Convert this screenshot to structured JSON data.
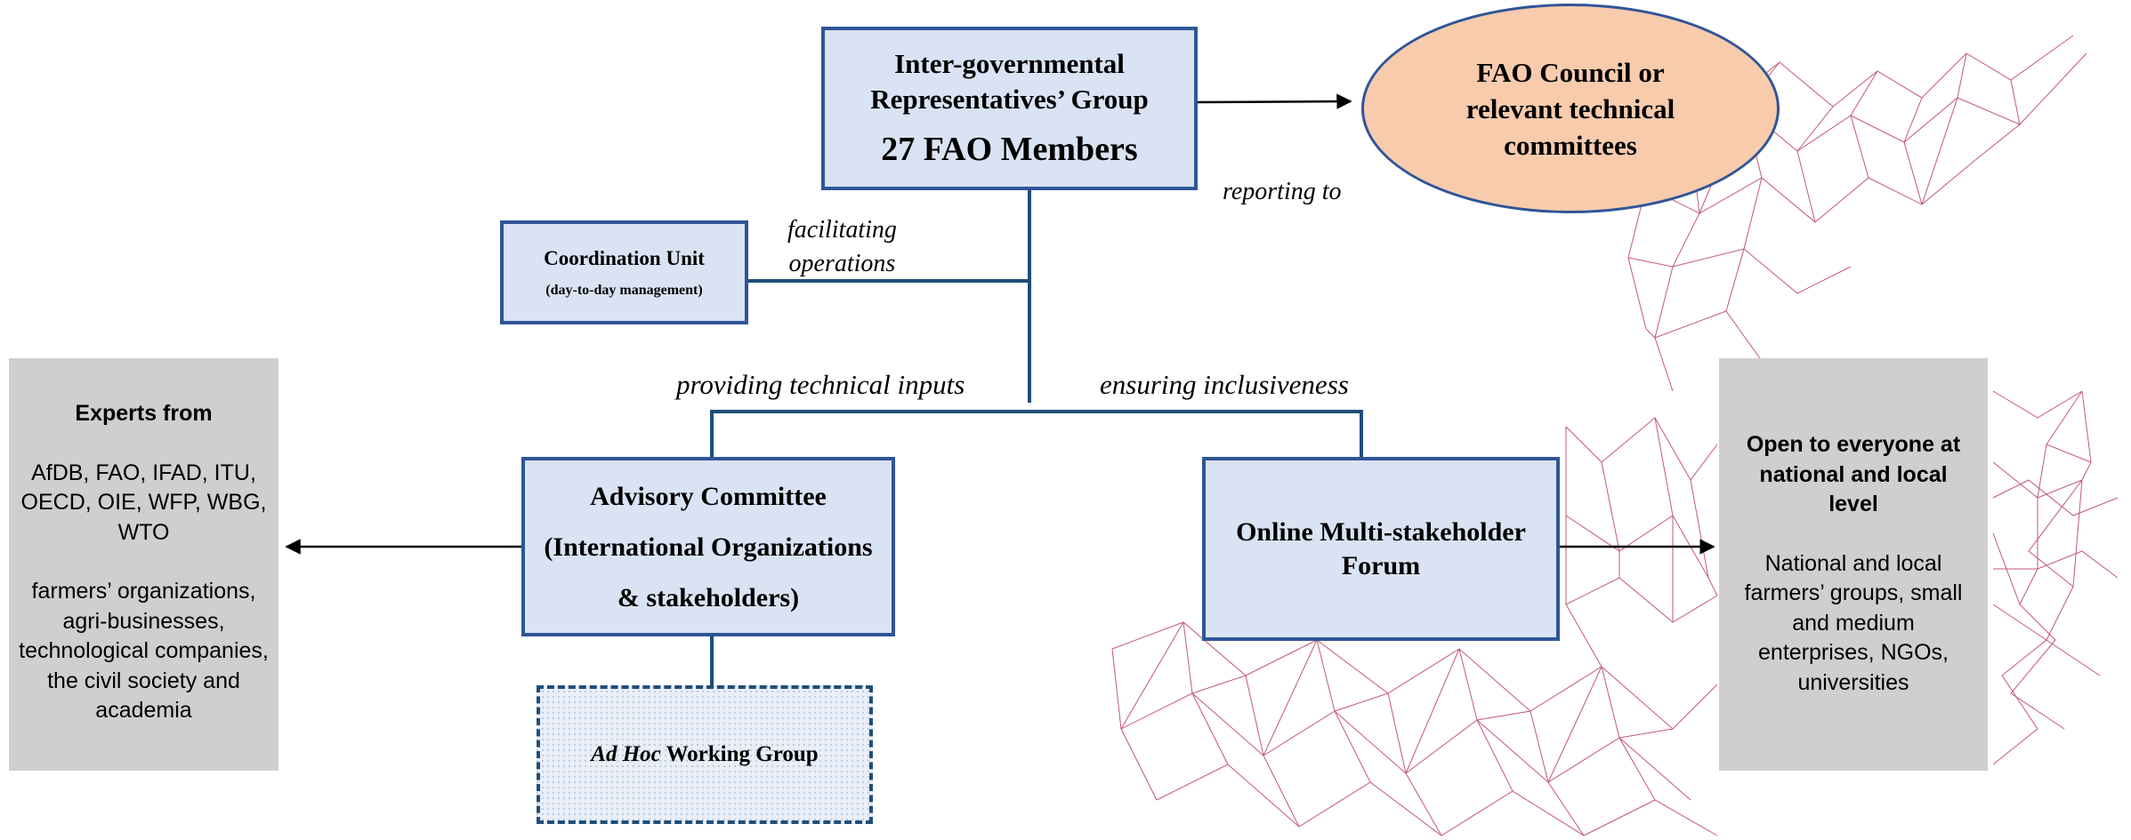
{
  "nodes": {
    "igr": {
      "line1": "Inter-governmental",
      "line2": "Representatives’ Group",
      "members": "27 FAO Members"
    },
    "fao_council": {
      "text": "FAO Council or relevant technical committees"
    },
    "coordination": {
      "title": "Coordination Unit",
      "subtitle": "(day-to-day management)"
    },
    "advisory": {
      "line1": "Advisory Committee",
      "line2": "(International Organizations",
      "line3": "& stakeholders)"
    },
    "forum": {
      "text": "Online Multi-stakeholder Forum"
    },
    "adhoc": {
      "italic": "Ad Hoc",
      "rest": " Working Group"
    },
    "experts": {
      "title": "Experts from",
      "orgs": "AfDB, FAO, IFAD, ITU, OECD, OIE, WFP, WBG, WTO",
      "others": "farmers’ organizations, agri-businesses, technological companies, the civil society and academia"
    },
    "open": {
      "title": "Open to everyone at national and local level",
      "groups": "National and local farmers’ groups, small and medium enterprises, NGOs, universities"
    }
  },
  "edge_labels": {
    "reporting": "reporting to",
    "facilitating_1": "facilitating",
    "facilitating_2": "operations",
    "technical": "providing technical inputs",
    "inclusiveness": "ensuring inclusiveness"
  },
  "colors": {
    "box_fill": "#dae3f3",
    "box_border": "#2f5597",
    "ellipse_fill": "#f8cbad",
    "grey_fill": "#d0cece",
    "mesh": "#b0204a"
  }
}
